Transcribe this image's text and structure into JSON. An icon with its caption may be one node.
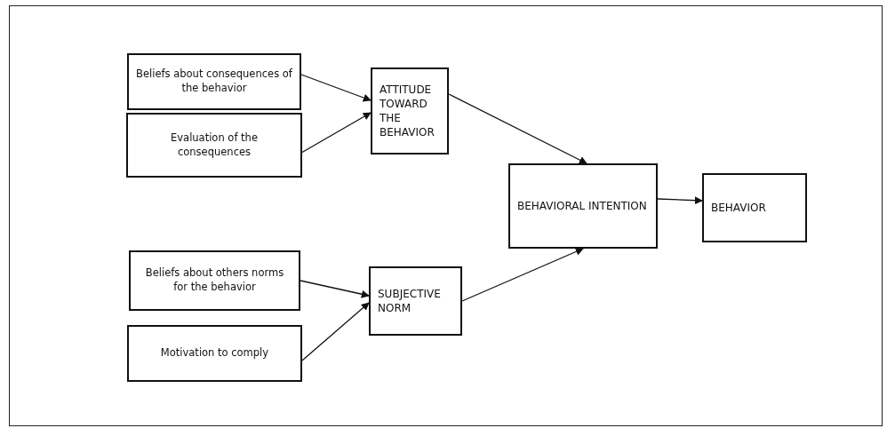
{
  "diagram": {
    "nodes": [
      {
        "text": [
          "Beliefs about consequences of the behavior"
        ]
      },
      {
        "text": [
          "Evaluation of the consequences"
        ]
      },
      {
        "text": [
          "ATTITUDE TOWARD THE BEHAVIOR"
        ]
      },
      {
        "text": [
          "BEHAVIORAL INTENTION"
        ]
      },
      {
        "text": [
          "BEHAVIOR"
        ]
      },
      {
        "text": [
          "Beliefs about others norms for the behavior"
        ]
      },
      {
        "text": [
          "Motivation to comply"
        ]
      },
      {
        "text": [
          "SUBJECTIVE NORM"
        ]
      }
    ],
    "edges": [
      {
        "from": 0,
        "to": 2,
        "arrow": "to"
      },
      {
        "from": 1,
        "to": 2,
        "arrow": "to"
      },
      {
        "from": 2,
        "to": 3,
        "arrow": "to"
      },
      {
        "from": 5,
        "to": 7,
        "arrow": "to"
      },
      {
        "from": 6,
        "to": 7,
        "arrow": "to"
      },
      {
        "from": 7,
        "to": 3,
        "arrow": "to"
      },
      {
        "from": 3,
        "to": 4,
        "arrow": "to"
      }
    ]
  }
}
